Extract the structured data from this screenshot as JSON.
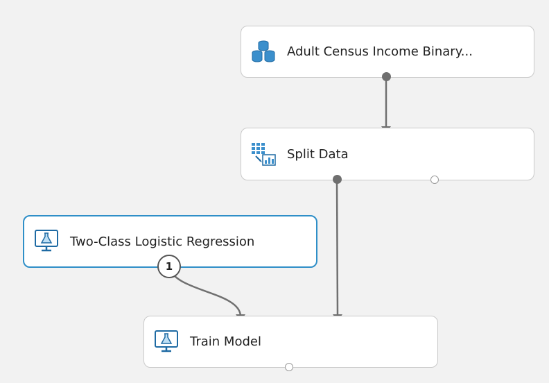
{
  "modules": {
    "adult": {
      "label": "Adult Census Income Binary...",
      "icon": "dataset-icon"
    },
    "split": {
      "label": "Split Data",
      "icon": "split-data-icon"
    },
    "logreg": {
      "label": "Two-Class Logistic Regression",
      "icon": "model-icon",
      "port_badge": "1"
    },
    "train": {
      "label": "Train Model",
      "icon": "model-icon"
    }
  },
  "colors": {
    "canvas": "#f2f2f2",
    "module_bg": "#ffffff",
    "selected_border": "#2f8fc8",
    "icon_accent": "#3b8fcc",
    "wire": "#707070"
  }
}
